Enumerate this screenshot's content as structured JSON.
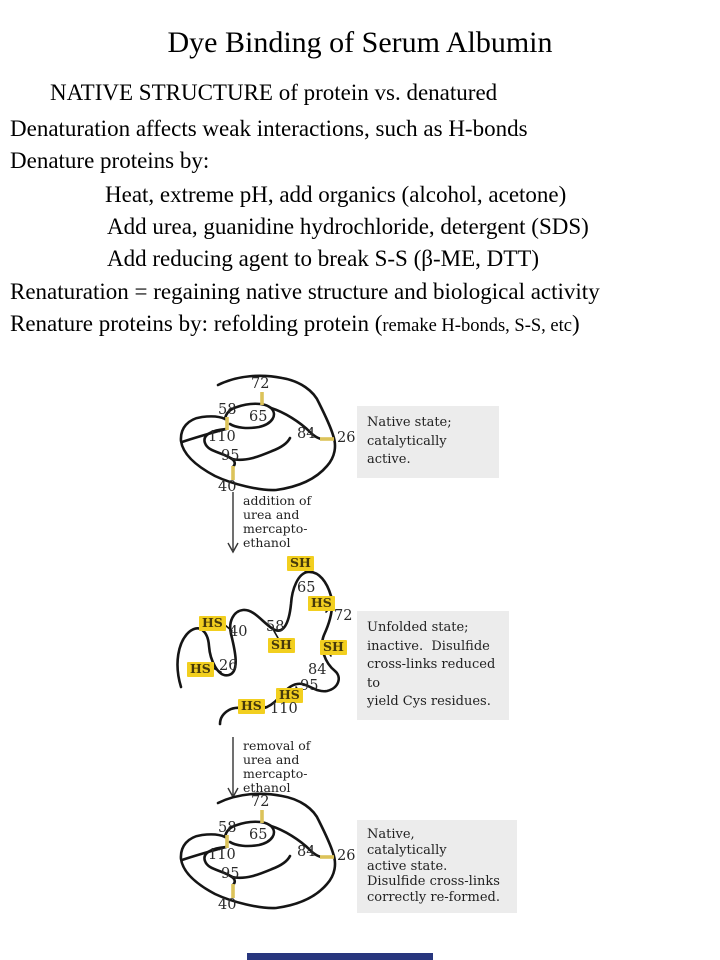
{
  "slide": {
    "title": "Dye Binding of Serum Albumin",
    "subtitle": "NATIVE STRUCTURE of protein vs. denatured",
    "body": {
      "line1": "Denaturation affects weak interactions, such as H-bonds",
      "line2": "Denature proteins by:",
      "line3": "Heat, extreme pH, add organics (alcohol, acetone)",
      "line4": "Add urea, guanidine hydrochloride, detergent (SDS)",
      "line5": "Add reducing agent to break S-S (β-ME, DTT)",
      "line6": "Renaturation = regaining native structure and biological activity",
      "line7a": "Renature proteins by: refolding protein (",
      "line7b": "remake H-bonds, S-S, etc",
      "line7c": ")"
    }
  },
  "figure": {
    "native_top": {
      "caption": "Native state;\ncatalytically active.",
      "residues": {
        "r72": "72",
        "r65": "65",
        "r58": "58",
        "r110": "110",
        "r84": "84",
        "r26": "26",
        "r95": "95",
        "r40": "40"
      }
    },
    "arrow1_label": "addition of\nurea and\nmercapto-\nethanol",
    "unfolded": {
      "caption": "Unfolded state;\ninactive.  Disulfide\ncross-links reduced to\nyield Cys residues.",
      "labels": {
        "shTop": "SH",
        "n65": "65",
        "hs72": "HS",
        "n72": "72",
        "hs40": "HS",
        "n40": "40",
        "n58": "58",
        "sh58": "SH",
        "sh84": "SH",
        "n26": "26",
        "n84": "84",
        "hs26": "HS",
        "n95": "95",
        "hs95": "HS",
        "hs110": "HS",
        "n110": "110"
      }
    },
    "arrow2_label": "removal of\nurea and\nmercapto-\nethanol",
    "native_bottom": {
      "caption": "Native,\ncatalytically\nactive state.\nDisulfide cross-links\ncorrectly re-formed.",
      "residues": {
        "r72": "72",
        "r65": "65",
        "r58": "58",
        "r110": "110",
        "r84": "84",
        "r26": "26",
        "r95": "95",
        "r40": "40"
      }
    },
    "colors": {
      "highlight_yellow": "#f2cf1f",
      "crosslink_yellow": "#dcc35a",
      "caption_background": "#ececec",
      "chain_black": "#151515",
      "footer_bar_navy": "#28367e"
    }
  }
}
